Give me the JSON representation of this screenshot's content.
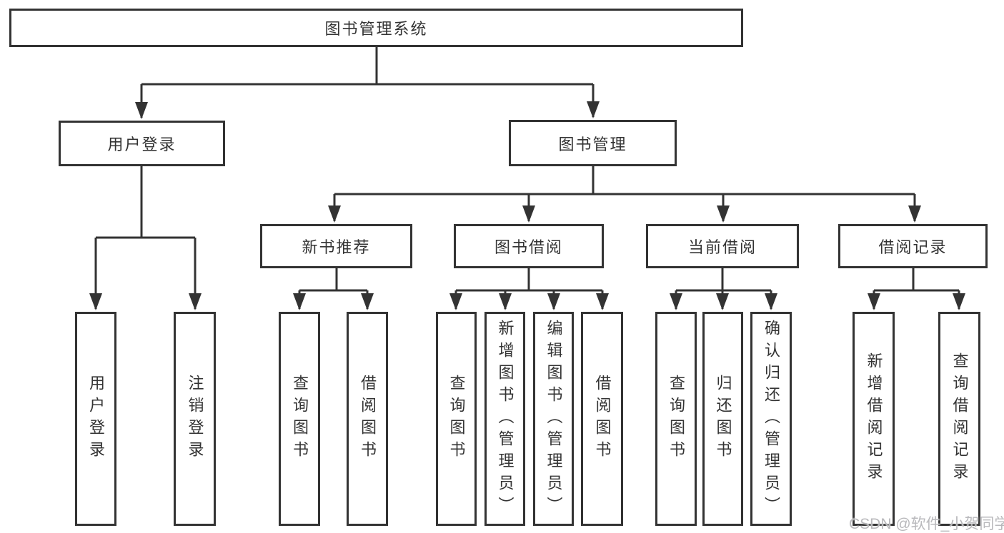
{
  "diagram": {
    "tree": {
      "label": "图书管理系统",
      "children": [
        {
          "label": "用户登录",
          "children": [
            {
              "label": "用户登录"
            },
            {
              "label": "注销登录"
            }
          ]
        },
        {
          "label": "图书管理",
          "children": [
            {
              "label": "新书推荐",
              "children": [
                {
                  "label": "查询图书"
                },
                {
                  "label": "借阅图书"
                }
              ]
            },
            {
              "label": "图书借阅",
              "children": [
                {
                  "label": "查询图书"
                },
                {
                  "label": "新增图书（管理员）"
                },
                {
                  "label": "编辑图书（管理员）"
                },
                {
                  "label": "借阅图书"
                }
              ]
            },
            {
              "label": "当前借阅",
              "children": [
                {
                  "label": "查询图书"
                },
                {
                  "label": "归还图书"
                },
                {
                  "label": "确认归还（管理员）"
                }
              ]
            },
            {
              "label": "借阅记录",
              "children": [
                {
                  "label": "新增借阅记录"
                },
                {
                  "label": "查询借阅记录"
                }
              ]
            }
          ]
        }
      ]
    }
  },
  "watermark": {
    "text": "CSDN @软件_小贺同学"
  },
  "colors": {
    "line": "#333333",
    "text": "#333333",
    "box_fill": "#ffffff",
    "background": "#ffffff",
    "watermark": "#b9b9bc"
  }
}
